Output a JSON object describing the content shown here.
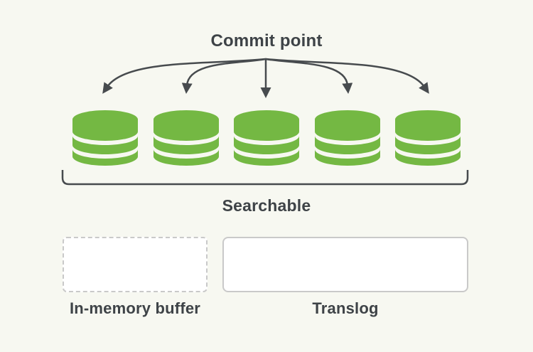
{
  "diagram": {
    "title": "Commit point",
    "searchable": {
      "label": "Searchable",
      "cylinder_count": 5
    },
    "in_memory_buffer": {
      "label": "In-memory buffer"
    },
    "translog": {
      "label": "Translog"
    }
  },
  "icons": {
    "cylinder": "database-icon",
    "arrows": "fan-arrows-icon",
    "bracket": "bracket-underline"
  },
  "colors": {
    "background": "#f7f8f1",
    "green": "#74b843",
    "line": "#474b4e",
    "text": "#3e4347",
    "box-border": "#c9c9c9",
    "box-fill": "#ffffff"
  }
}
